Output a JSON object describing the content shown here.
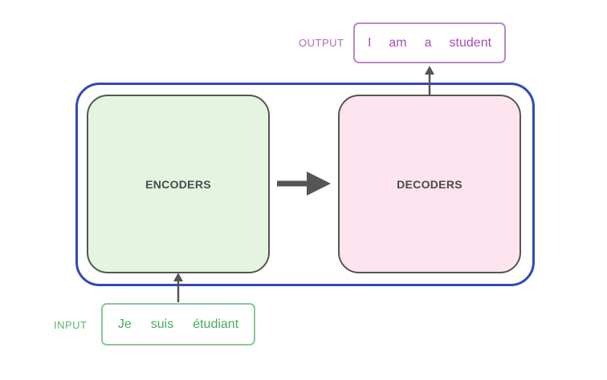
{
  "encoders": {
    "label": "ENCODERS"
  },
  "decoders": {
    "label": "DECODERS"
  },
  "output": {
    "label": "OUTPUT",
    "tokens": [
      "I",
      "am",
      "a",
      "student"
    ]
  },
  "input": {
    "label": "INPUT",
    "tokens": [
      "Je",
      "suis",
      "étudiant"
    ]
  },
  "colors": {
    "outer_border": "#3448b4",
    "encoder_fill": "#e4f4df",
    "decoder_fill": "#fde4ee",
    "output_accent": "#b98ac5",
    "input_accent": "#8bc79a",
    "arrow": "#555555"
  }
}
